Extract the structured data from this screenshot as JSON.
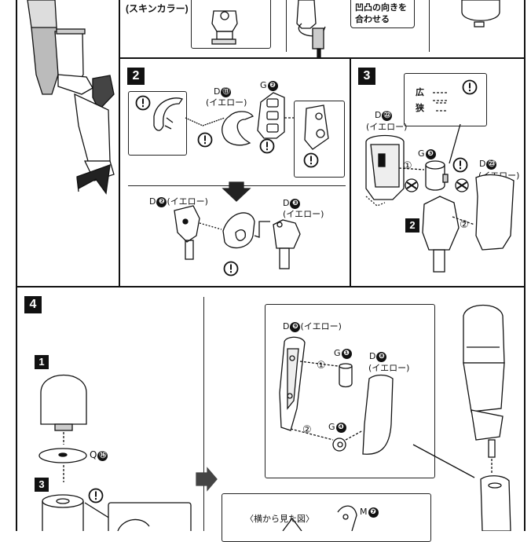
{
  "top": {
    "skin_color_label": "(スキンカラー)",
    "note_line1": "凹凸の向きを",
    "note_line2": "合わせる"
  },
  "step2": {
    "number": "2",
    "part_d11": {
      "letter": "D",
      "num": "⑪",
      "color": "(イエロー)"
    },
    "part_g2": {
      "letter": "G",
      "num": "❷"
    },
    "part_d2": {
      "letter": "D",
      "num": "❷",
      "color": "(イエロー)"
    },
    "part_d3": {
      "letter": "D",
      "num": "❸",
      "color": "(イエロー)"
    }
  },
  "step3": {
    "number": "3",
    "inset_wide": "広",
    "inset_narrow": "狭",
    "part_d22": {
      "letter": "D",
      "num": "㉒",
      "color": "(イエロー)"
    },
    "part_g3": {
      "letter": "G",
      "num": "❸"
    },
    "part_d23": {
      "letter": "D",
      "num": "㉓",
      "color": "(イエロー)"
    },
    "sub_1": "①",
    "sub_2": "②",
    "ref_step": "2"
  },
  "step4": {
    "number": "4",
    "sub_step_1": "1",
    "sub_step_3": "3",
    "part_q16": {
      "letter": "Q",
      "num": "⑯"
    },
    "part_d9": {
      "letter": "D",
      "num": "❾",
      "color": "(イエロー)"
    },
    "part_g1": {
      "letter": "G",
      "num": "❶"
    },
    "part_d8": {
      "letter": "D",
      "num": "❽",
      "color": "(イエロー)"
    },
    "part_g4": {
      "letter": "G",
      "num": "❹"
    },
    "part_m7": {
      "letter": "M",
      "num": "❼"
    },
    "side_view_label": "〈横から見た図〉",
    "sub_1": "①",
    "sub_2": "②"
  },
  "icons": {
    "attention": "attention-icon",
    "arrow": "arrow-right-icon"
  }
}
